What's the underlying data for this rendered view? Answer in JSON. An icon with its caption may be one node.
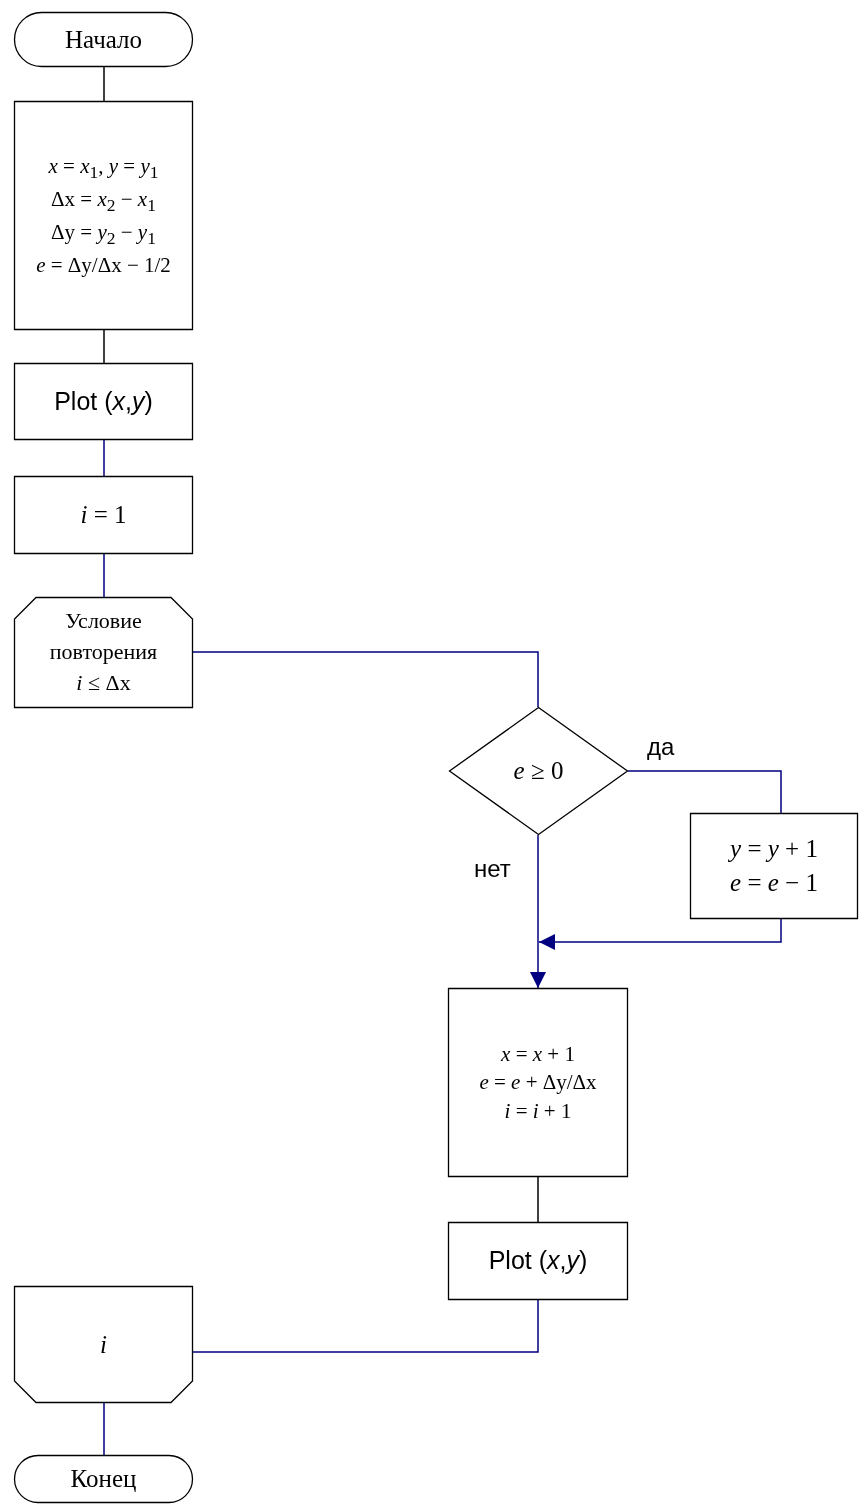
{
  "diagram": {
    "nodes": [
      {
        "text": [
          "Начало"
        ]
      },
      {
        "text": [
          "*x* = *x*$_{1}$, *y* = *y*$_{1}$",
          "Δx = *x*$_{2}$ − *x*$_{1}$",
          "Δy = *y*$_{2}$ − *y*$_{1}$",
          "*e* = Δy/Δx − 1/2"
        ]
      },
      {
        "text": [
          "Plot (*x*,*y*)"
        ]
      },
      {
        "text": [
          "*i* = 1"
        ]
      },
      {
        "text": [
          "Условие повторения",
          "*i* ≤ Δx"
        ]
      },
      {
        "text": [
          "*e* ≥ 0"
        ]
      },
      {
        "text": [
          "*y* = *y* + 1",
          "*e* = *e* − 1"
        ]
      },
      {
        "text": [
          "*x* = *x* + 1",
          "*e* = *e* + Δy/Δx",
          "*i* = *i* + 1"
        ]
      },
      {
        "text": [
          "Plot (*x*,*y*)"
        ]
      },
      {
        "text": [
          "*i*"
        ]
      },
      {
        "text": [
          "Конец"
        ]
      }
    ],
    "edges": [
      {
        "from": 0,
        "to": 1,
        "arrow": "none",
        "color": "#000000"
      },
      {
        "from": 1,
        "to": 2,
        "arrow": "none",
        "color": "#000000"
      },
      {
        "from": 2,
        "to": 3,
        "arrow": "none"
      },
      {
        "from": 3,
        "to": 4,
        "arrow": "none"
      },
      {
        "from": 4,
        "to": 5,
        "arrow": "none"
      },
      {
        "from": 5,
        "to": 6,
        "arrow": "none",
        "label": "да"
      },
      {
        "from": 5,
        "to": 7,
        "arrow": "to",
        "label": "нет"
      },
      {
        "from": 6,
        "to": 7,
        "arrow": "to"
      },
      {
        "from": 7,
        "to": 8,
        "arrow": "none",
        "color": "#000000"
      },
      {
        "from": 8,
        "to": 9,
        "arrow": "none"
      },
      {
        "from": 9,
        "to": 10,
        "arrow": "none"
      }
    ]
  }
}
